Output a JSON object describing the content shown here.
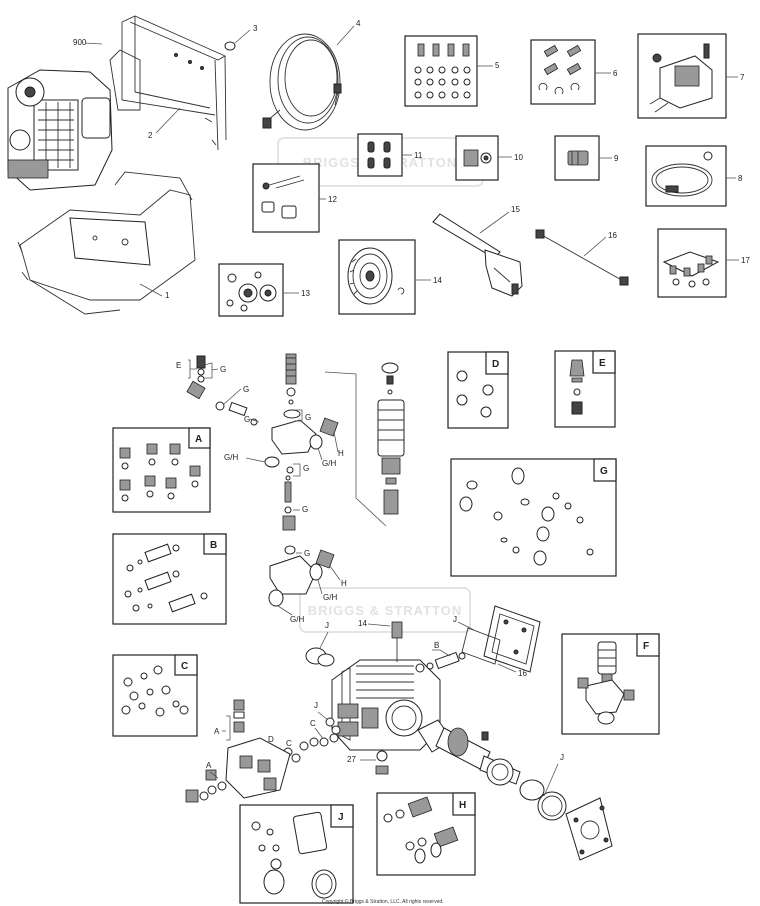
{
  "watermark": "BRIGGS & STRATTON",
  "copyright": "Copyright © Briggs & Stratton, LLC. All rights reserved.",
  "callouts": {
    "c900": "900",
    "c1": "1",
    "c2": "2",
    "c3": "3",
    "c4": "4",
    "c5": "5",
    "c6": "6",
    "c7": "7",
    "c8": "8",
    "c9": "9",
    "c10": "10",
    "c11": "11",
    "c12": "12",
    "c13": "13",
    "c14": "14",
    "c15": "15",
    "c16": "16",
    "c17": "17",
    "pump14": "14",
    "pump16": "16",
    "pump27": "27"
  },
  "kit_letters": {
    "A": "A",
    "B": "B",
    "C": "C",
    "D": "D",
    "E": "E",
    "F": "F",
    "G": "G",
    "H": "H",
    "J": "J",
    "GH": "G/H"
  }
}
